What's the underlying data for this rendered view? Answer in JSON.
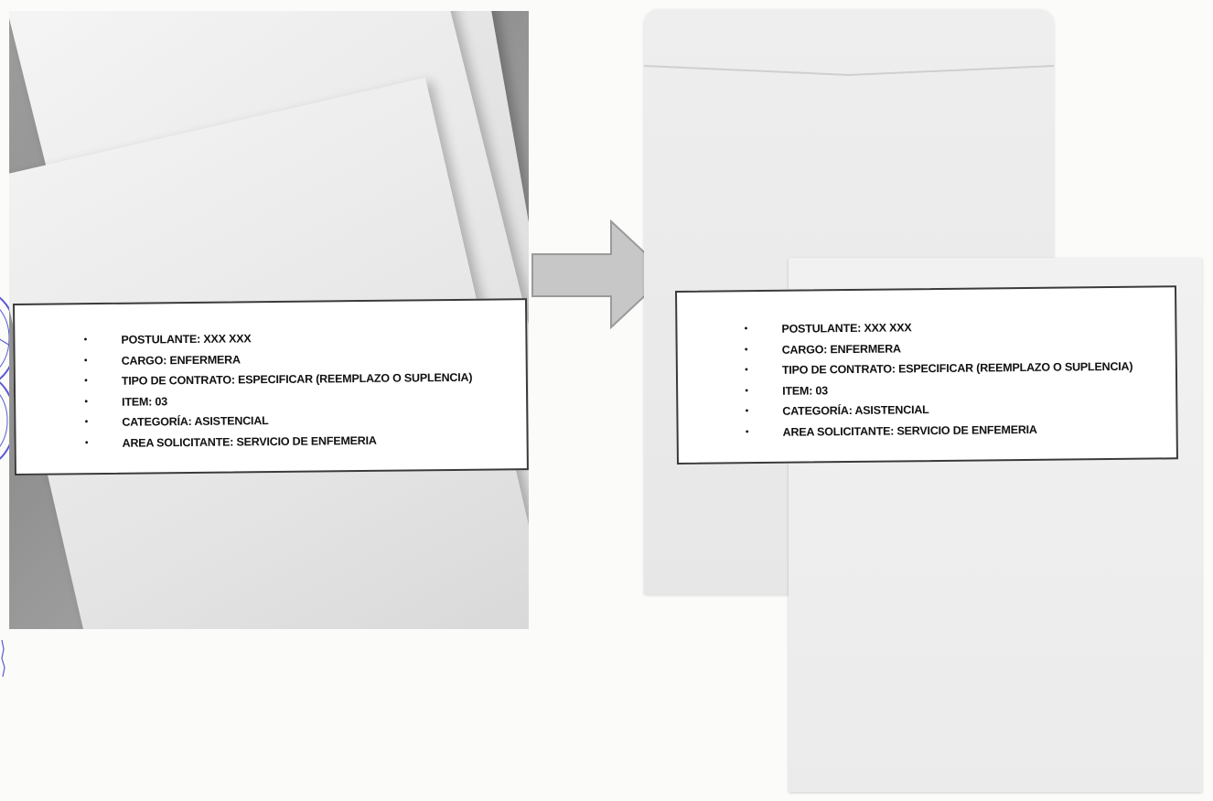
{
  "left_label": {
    "items": [
      "POSTULANTE:  XXX XXX",
      "CARGO: ENFERMERA",
      "TIPO DE CONTRATO: ESPECIFICAR (REEMPLAZO O SUPLENCIA)",
      "ITEM:  03",
      "CATEGORÍA: ASISTENCIAL",
      "AREA SOLICITANTE: SERVICIO DE ENFEMERIA"
    ],
    "bullet": "•"
  },
  "right_label": {
    "items": [
      "POSTULANTE:  XXX XXX",
      "CARGO: ENFERMERA",
      "TIPO DE CONTRATO: ESPECIFICAR (REEMPLAZO O SUPLENCIA)",
      "ITEM:  03",
      "CATEGORÍA: ASISTENCIAL",
      "AREA SOLICITANTE: SERVICIO DE ENFEMERIA"
    ],
    "bullet": "•"
  },
  "icons": {
    "arrow": "right-arrow-icon",
    "seal": "stamp-seal-icon"
  },
  "colors": {
    "arrow_fill": "#c7c7c7",
    "arrow_stroke": "#9a9a9a",
    "seal_ink": "#5b5bd6",
    "box_border": "#3a3a3a"
  }
}
